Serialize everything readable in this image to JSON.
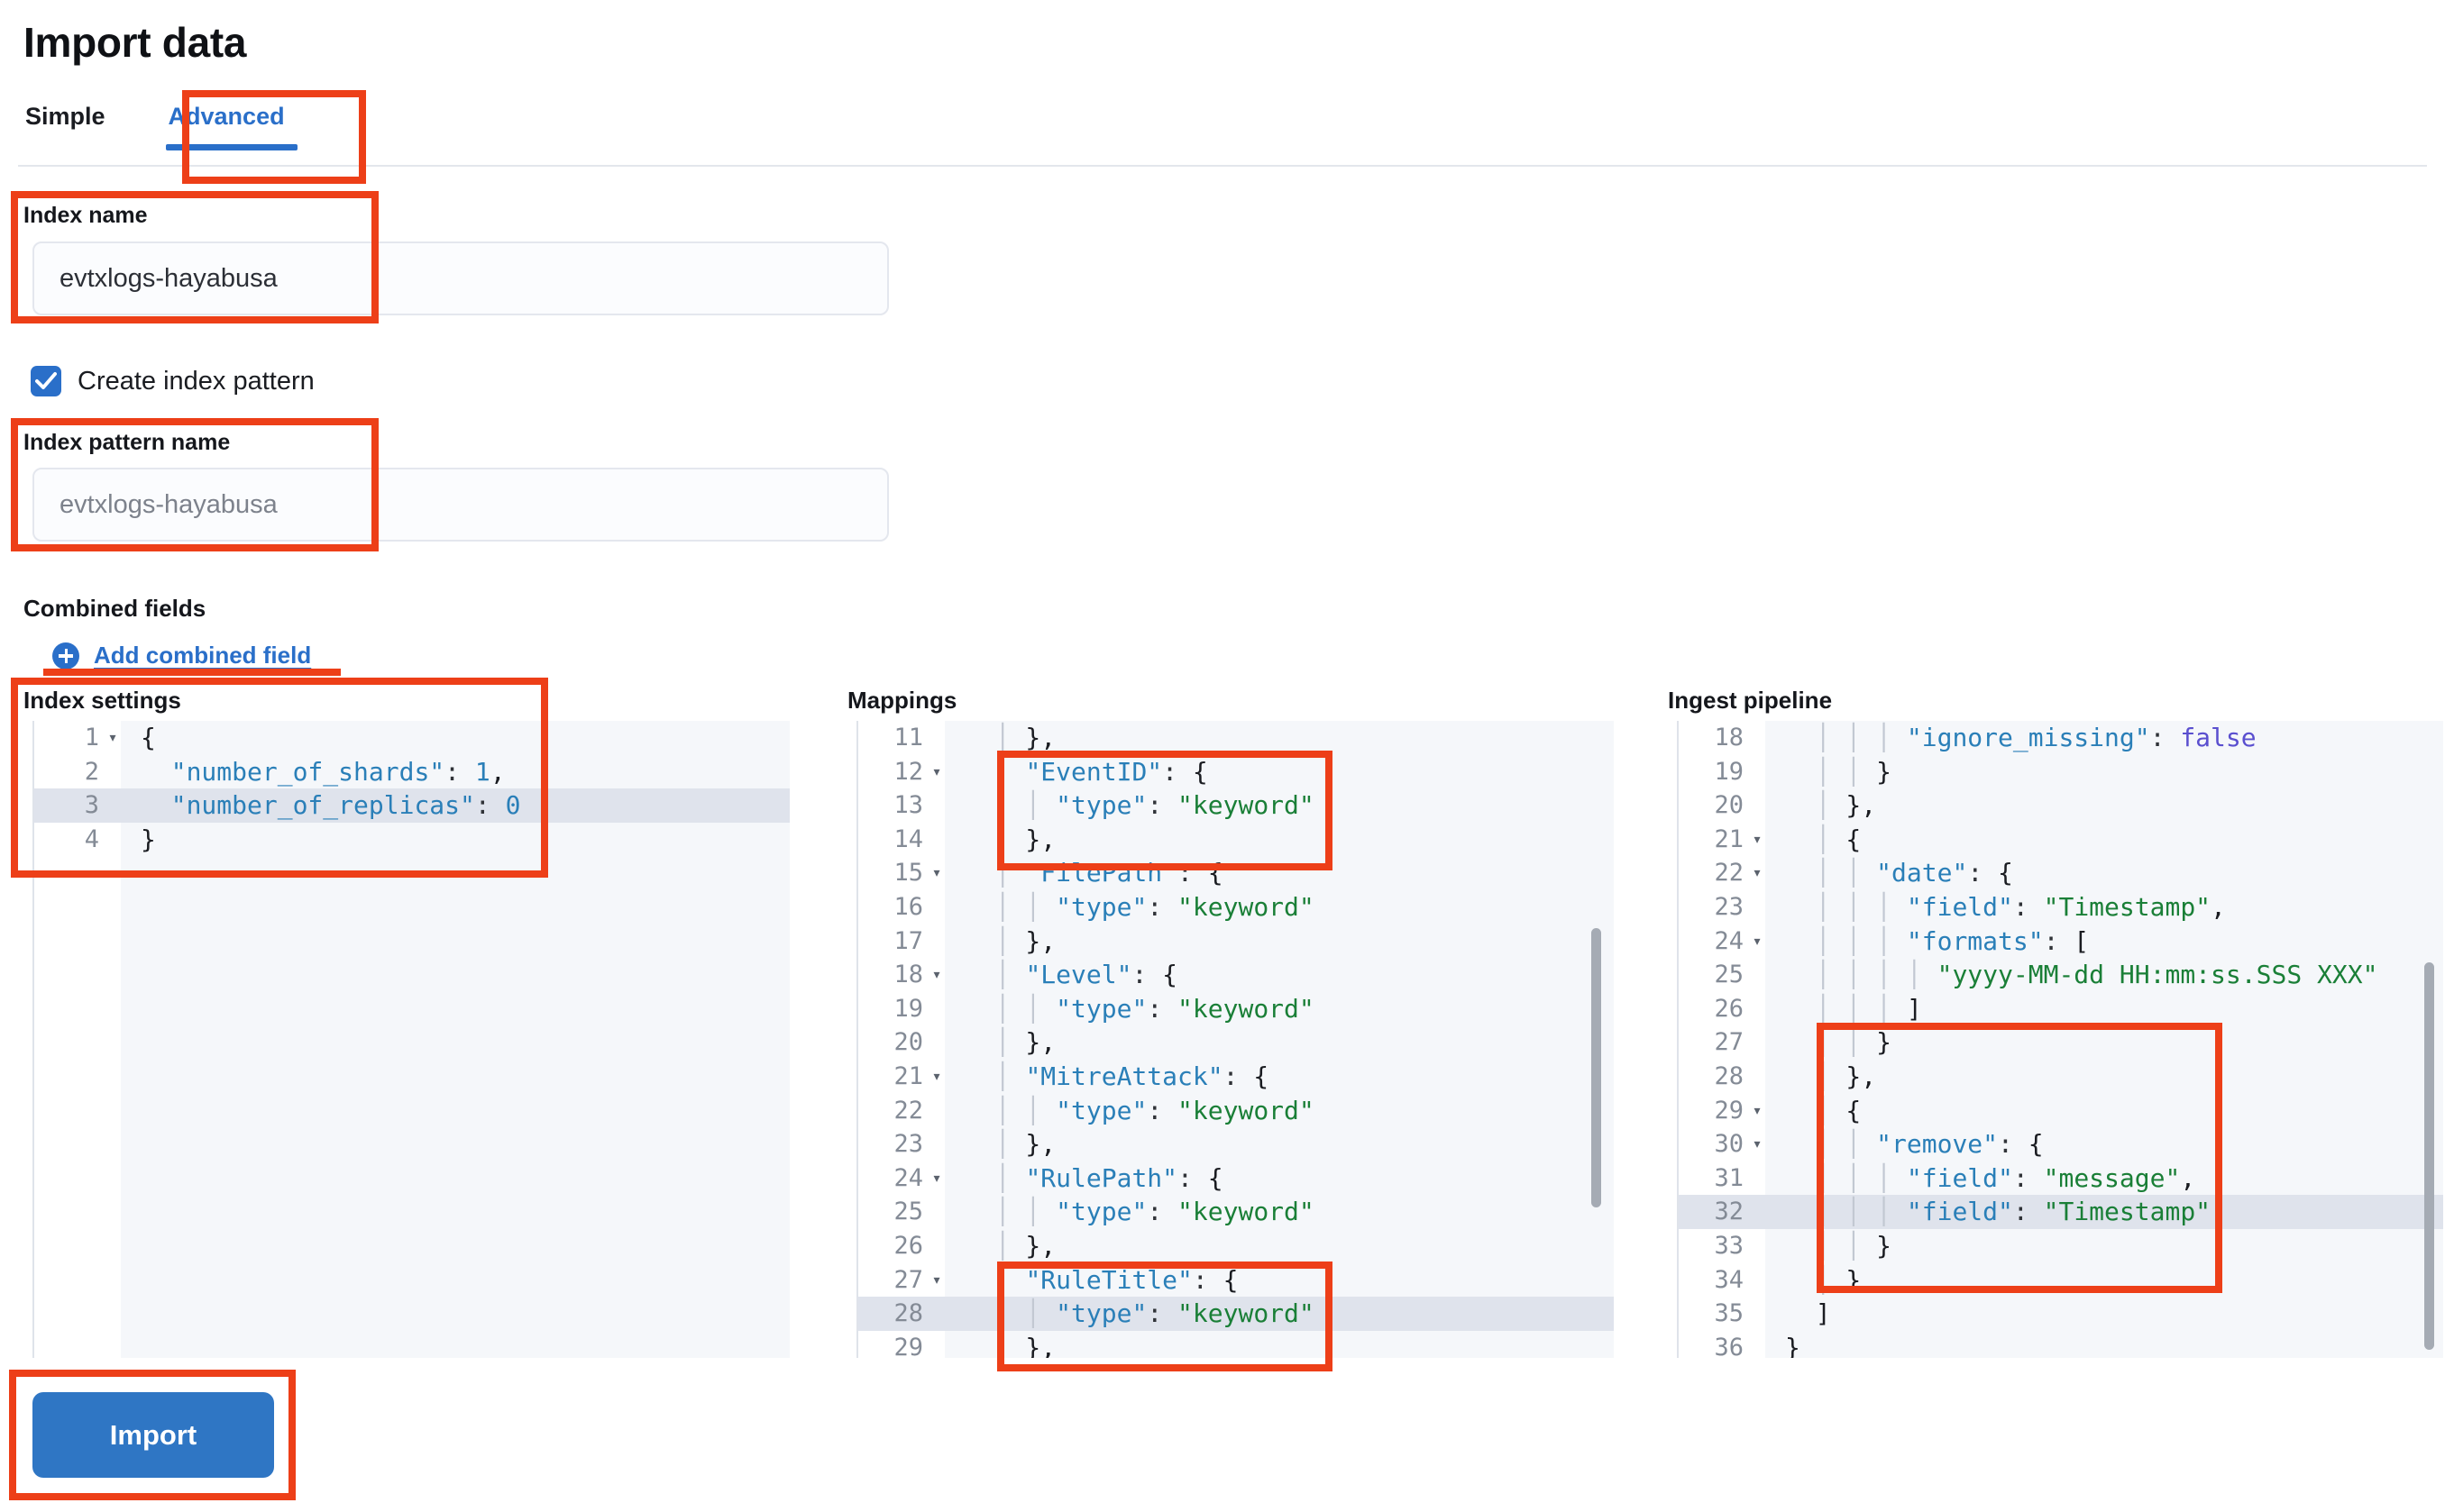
{
  "header": {
    "title": "Import data"
  },
  "tabs": [
    {
      "label": "Simple",
      "active": false
    },
    {
      "label": "Advanced",
      "active": true
    }
  ],
  "form": {
    "index_name": {
      "label": "Index name",
      "value": "evtxlogs-hayabusa"
    },
    "create_index_pattern": {
      "label": "Create index pattern",
      "checked": true
    },
    "index_pattern_name": {
      "label": "Index pattern name",
      "placeholder": "evtxlogs-hayabusa"
    },
    "combined_fields": {
      "label": "Combined fields",
      "add_link": "Add combined field"
    }
  },
  "editors": {
    "index_settings": {
      "title": "Index settings",
      "highlighted_line": 3,
      "lines": [
        {
          "n": 1,
          "fold": true,
          "text": "{"
        },
        {
          "n": 2,
          "fold": false,
          "text": "  \"number_of_shards\": 1,"
        },
        {
          "n": 3,
          "fold": false,
          "text": "  \"number_of_replicas\": 0"
        },
        {
          "n": 4,
          "fold": false,
          "text": "}"
        }
      ]
    },
    "mappings": {
      "title": "Mappings",
      "highlighted_line": 28,
      "lines": [
        {
          "n": 11,
          "fold": false,
          "text": "    },"
        },
        {
          "n": 12,
          "fold": true,
          "text": "    \"EventID\": {"
        },
        {
          "n": 13,
          "fold": false,
          "text": "      \"type\": \"keyword\""
        },
        {
          "n": 14,
          "fold": false,
          "text": "    },"
        },
        {
          "n": 15,
          "fold": true,
          "text": "    \"FilePath\": {"
        },
        {
          "n": 16,
          "fold": false,
          "text": "      \"type\": \"keyword\""
        },
        {
          "n": 17,
          "fold": false,
          "text": "    },"
        },
        {
          "n": 18,
          "fold": true,
          "text": "    \"Level\": {"
        },
        {
          "n": 19,
          "fold": false,
          "text": "      \"type\": \"keyword\""
        },
        {
          "n": 20,
          "fold": false,
          "text": "    },"
        },
        {
          "n": 21,
          "fold": true,
          "text": "    \"MitreAttack\": {"
        },
        {
          "n": 22,
          "fold": false,
          "text": "      \"type\": \"keyword\""
        },
        {
          "n": 23,
          "fold": false,
          "text": "    },"
        },
        {
          "n": 24,
          "fold": true,
          "text": "    \"RulePath\": {"
        },
        {
          "n": 25,
          "fold": false,
          "text": "      \"type\": \"keyword\""
        },
        {
          "n": 26,
          "fold": false,
          "text": "    },"
        },
        {
          "n": 27,
          "fold": true,
          "text": "    \"RuleTitle\": {"
        },
        {
          "n": 28,
          "fold": false,
          "text": "      \"type\": \"keyword\""
        },
        {
          "n": 29,
          "fold": false,
          "text": "    },"
        }
      ]
    },
    "ingest_pipeline": {
      "title": "Ingest pipeline",
      "highlighted_line": 32,
      "lines": [
        {
          "n": 18,
          "fold": false,
          "text": "        \"ignore_missing\": false"
        },
        {
          "n": 19,
          "fold": false,
          "text": "      }"
        },
        {
          "n": 20,
          "fold": false,
          "text": "    },"
        },
        {
          "n": 21,
          "fold": true,
          "text": "    {"
        },
        {
          "n": 22,
          "fold": true,
          "text": "      \"date\": {"
        },
        {
          "n": 23,
          "fold": false,
          "text": "        \"field\": \"Timestamp\","
        },
        {
          "n": 24,
          "fold": true,
          "text": "        \"formats\": ["
        },
        {
          "n": 25,
          "fold": false,
          "text": "          \"yyyy-MM-dd HH:mm:ss.SSS XXX\""
        },
        {
          "n": 26,
          "fold": false,
          "text": "        ]"
        },
        {
          "n": 27,
          "fold": false,
          "text": "      }"
        },
        {
          "n": 28,
          "fold": false,
          "text": "    },"
        },
        {
          "n": 29,
          "fold": true,
          "text": "    {"
        },
        {
          "n": 30,
          "fold": true,
          "text": "      \"remove\": {"
        },
        {
          "n": 31,
          "fold": false,
          "text": "        \"field\": \"message\","
        },
        {
          "n": 32,
          "fold": false,
          "text": "        \"field\": \"Timestamp\""
        },
        {
          "n": 33,
          "fold": false,
          "text": "      }"
        },
        {
          "n": 34,
          "fold": false,
          "text": "    }"
        },
        {
          "n": 35,
          "fold": false,
          "text": "  ]"
        },
        {
          "n": 36,
          "fold": false,
          "text": "}"
        }
      ]
    }
  },
  "footer": {
    "import_label": "Import"
  },
  "colors": {
    "accent": "#2a6fc9",
    "annotation": "#ed3f18",
    "button": "#2f76c4",
    "editor_bg": "#f5f7fa",
    "highlight_row": "#dfe3ec"
  }
}
